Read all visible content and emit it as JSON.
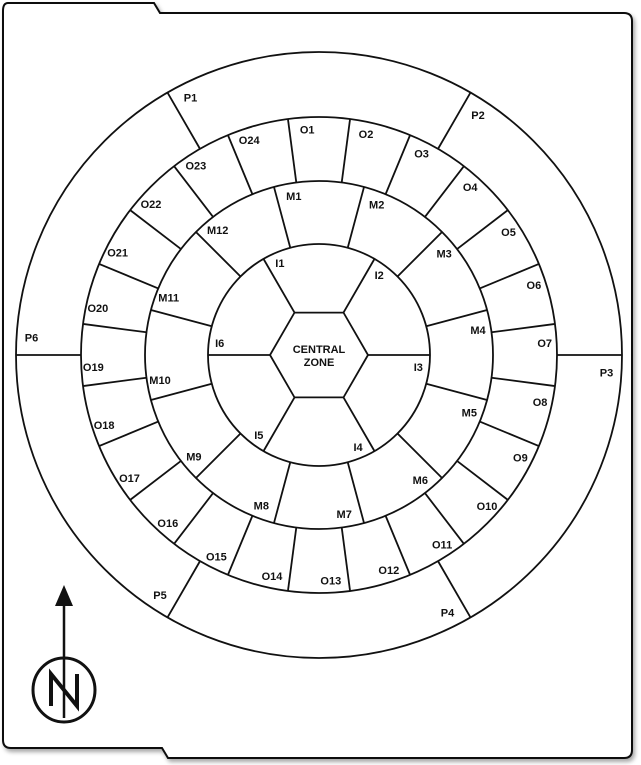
{
  "central_zone": {
    "line1": "CENTRAL",
    "line2": "ZONE"
  },
  "perimeter_zones": [
    "P1",
    "P2",
    "P3",
    "P4",
    "P5",
    "P6"
  ],
  "outer_zones": [
    "O1",
    "O2",
    "O3",
    "O4",
    "O5",
    "O6",
    "O7",
    "O8",
    "O9",
    "O10",
    "O11",
    "O12",
    "O13",
    "O14",
    "O15",
    "O16",
    "O17",
    "O18",
    "O19",
    "O20",
    "O21",
    "O22",
    "O23",
    "O24"
  ],
  "middle_zones": [
    "M1",
    "M2",
    "M3",
    "M4",
    "M5",
    "M6",
    "M7",
    "M8",
    "M9",
    "M10",
    "M11",
    "M12"
  ],
  "inner_zones": [
    "I1",
    "I2",
    "I3",
    "I4",
    "I5",
    "I6"
  ],
  "compass": {
    "icon": "north-arrow-icon",
    "letter": "N"
  },
  "colors": {
    "outline": "#111111",
    "fill_center": "#ffffff",
    "fill_edge": "#8e8e8e"
  }
}
